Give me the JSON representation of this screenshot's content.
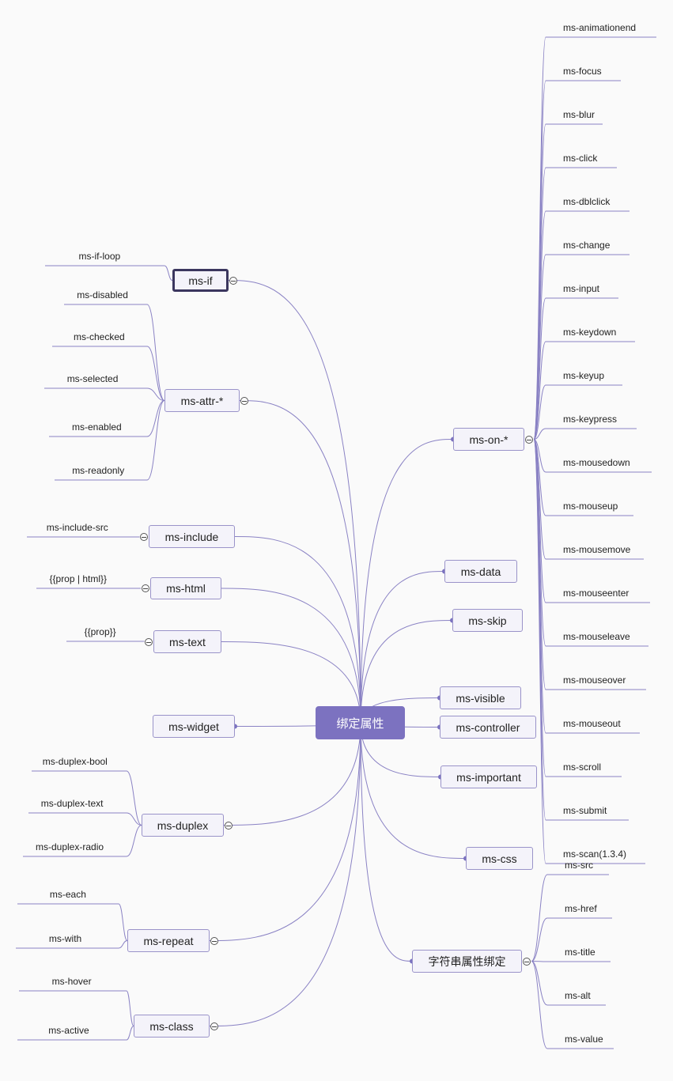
{
  "root": {
    "label": "绑定属性"
  },
  "left_branches": [
    {
      "id": "ms-if",
      "label": "ms-if",
      "children": [
        "ms-if-loop"
      ]
    },
    {
      "id": "ms-attr",
      "label": "ms-attr-*",
      "children": [
        "ms-disabled",
        "ms-checked",
        "ms-selected",
        "ms-enabled",
        "ms-readonly"
      ]
    },
    {
      "id": "ms-include",
      "label": "ms-include",
      "children": [
        "ms-include-src"
      ]
    },
    {
      "id": "ms-html",
      "label": "ms-html",
      "children": [
        "{{prop | html}}"
      ]
    },
    {
      "id": "ms-text",
      "label": "ms-text",
      "children": [
        "{{prop}}"
      ]
    },
    {
      "id": "ms-widget",
      "label": "ms-widget",
      "children": []
    },
    {
      "id": "ms-duplex",
      "label": "ms-duplex",
      "children": [
        "ms-duplex-bool",
        "ms-duplex-text",
        "ms-duplex-radio"
      ]
    },
    {
      "id": "ms-repeat",
      "label": "ms-repeat",
      "children": [
        "ms-each",
        "ms-with"
      ]
    },
    {
      "id": "ms-class",
      "label": "ms-class",
      "children": [
        "ms-hover",
        "ms-active"
      ]
    }
  ],
  "right_branches": [
    {
      "id": "ms-on",
      "label": "ms-on-*",
      "children": [
        "ms-animationend",
        "ms-focus",
        "ms-blur",
        "ms-click",
        "ms-dblclick",
        "ms-change",
        "ms-input",
        "ms-keydown",
        "ms-keyup",
        "ms-keypress",
        "ms-mousedown",
        "ms-mouseup",
        "ms-mousemove",
        "ms-mouseenter",
        "ms-mouseleave",
        "ms-mouseover",
        "ms-mouseout",
        "ms-scroll",
        "ms-submit",
        "ms-scan(1.3.4)"
      ]
    },
    {
      "id": "ms-data",
      "label": "ms-data",
      "children": []
    },
    {
      "id": "ms-skip",
      "label": "ms-skip",
      "children": []
    },
    {
      "id": "ms-visible",
      "label": "ms-visible",
      "children": []
    },
    {
      "id": "ms-controller",
      "label": "ms-controller",
      "children": []
    },
    {
      "id": "ms-important",
      "label": "ms-important",
      "children": []
    },
    {
      "id": "ms-css",
      "label": "ms-css",
      "children": []
    },
    {
      "id": "string-bind",
      "label": "字符串属性绑定",
      "children": [
        "ms-src",
        "ms-href",
        "ms-title",
        "ms-alt",
        "ms-value"
      ]
    }
  ],
  "colors": {
    "edge": "#8a82c4",
    "root_fill": "#7c72c0",
    "node_fill": "#f4f3fa",
    "node_border": "#9a93c9",
    "selected_border": "#3b365e"
  },
  "icons": {
    "collapse": "minus-circle-icon"
  }
}
